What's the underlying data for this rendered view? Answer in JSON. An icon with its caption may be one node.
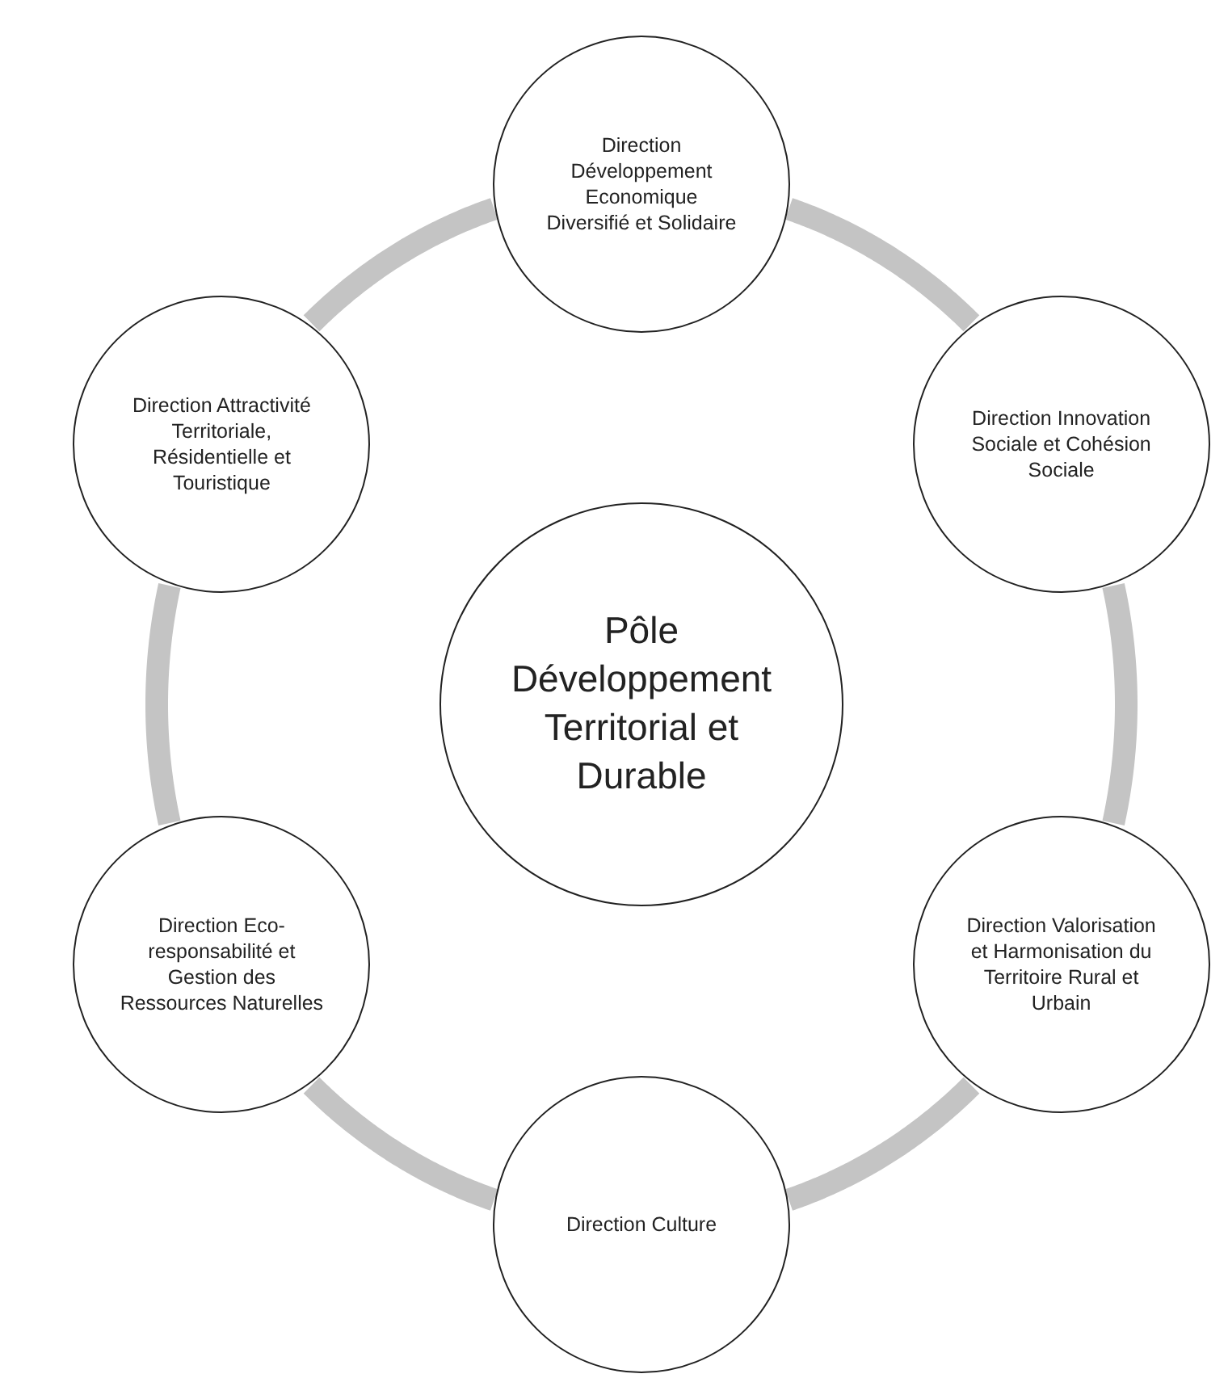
{
  "diagram": {
    "nodes": [
      {
        "text": [
          "Pôle Développement Territorial et Durable"
        ]
      },
      {
        "text": [
          "Direction Développement Economique Diversifié et Solidaire"
        ]
      },
      {
        "text": [
          "Direction Innovation Sociale et Cohésion Sociale"
        ]
      },
      {
        "text": [
          "Direction Valorisation et Harmonisation du Territoire Rural et Urbain"
        ]
      },
      {
        "text": [
          "Direction Culture"
        ]
      },
      {
        "text": [
          "Direction Eco-responsabilité et Gestion des Ressources Naturelles"
        ]
      },
      {
        "text": [
          "Direction Attractivité Territoriale, Résidentielle et Touristique"
        ]
      }
    ],
    "edges": [
      {
        "from": 1,
        "to": 2,
        "arrow": "none"
      },
      {
        "from": 2,
        "to": 3,
        "arrow": "none"
      },
      {
        "from": 3,
        "to": 4,
        "arrow": "none"
      },
      {
        "from": 4,
        "to": 5,
        "arrow": "none"
      },
      {
        "from": 5,
        "to": 6,
        "arrow": "none"
      },
      {
        "from": 6,
        "to": 1,
        "arrow": "none"
      }
    ]
  }
}
